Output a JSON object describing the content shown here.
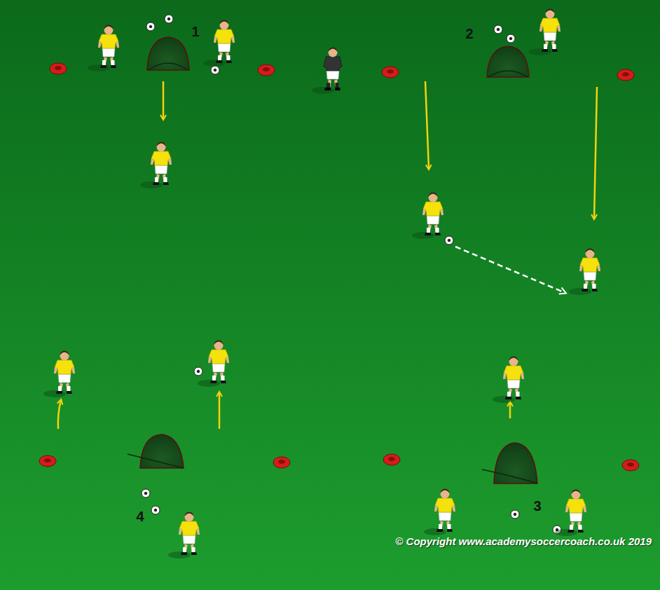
{
  "diagram": {
    "labels": [
      "1",
      "2",
      "4",
      "3",
      "© Copyright www.academysoccercoach.co.uk 2019"
    ]
  }
}
